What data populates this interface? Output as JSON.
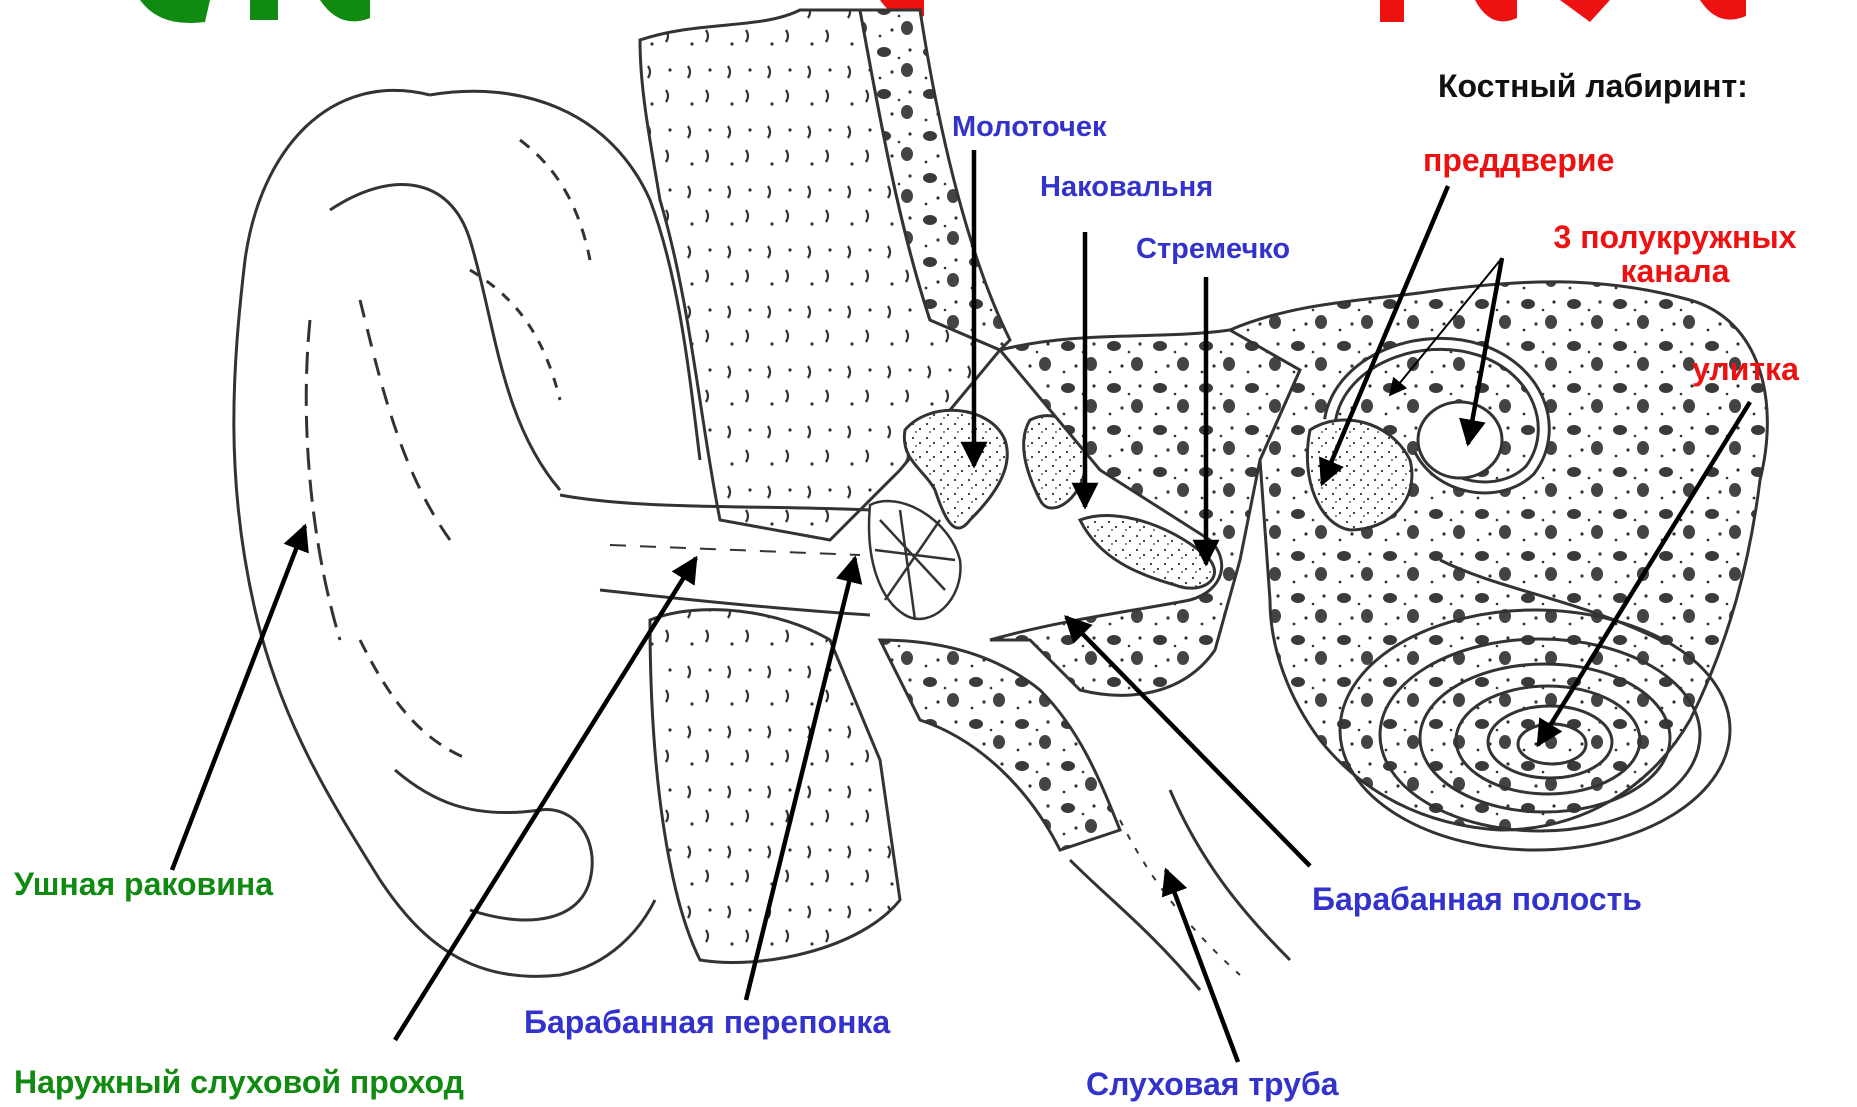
{
  "colors": {
    "outer_ear": "#118a11",
    "middle_ear": "#3333cc",
    "inner_ear": "#ee1111",
    "heading": "#111111",
    "arrow": "#000000",
    "line_art": "#333333"
  },
  "labels": {
    "auricle": "Ушная раковина",
    "ear_canal": "Наружный слуховой проход",
    "eardrum": "Барабанная перепонка",
    "malleus": "Молоточек",
    "incus": "Наковальня",
    "stapes": "Стремечко",
    "tympanic_cavity": "Барабанная полость",
    "auditory_tube": "Слуховая труба",
    "bony_labyrinth_heading": "Костный лабиринт:",
    "vestibule": "преддверие",
    "semicircular_line1": "3 полукружных",
    "semicircular_line2": "канала",
    "cochlea": "улитка"
  }
}
